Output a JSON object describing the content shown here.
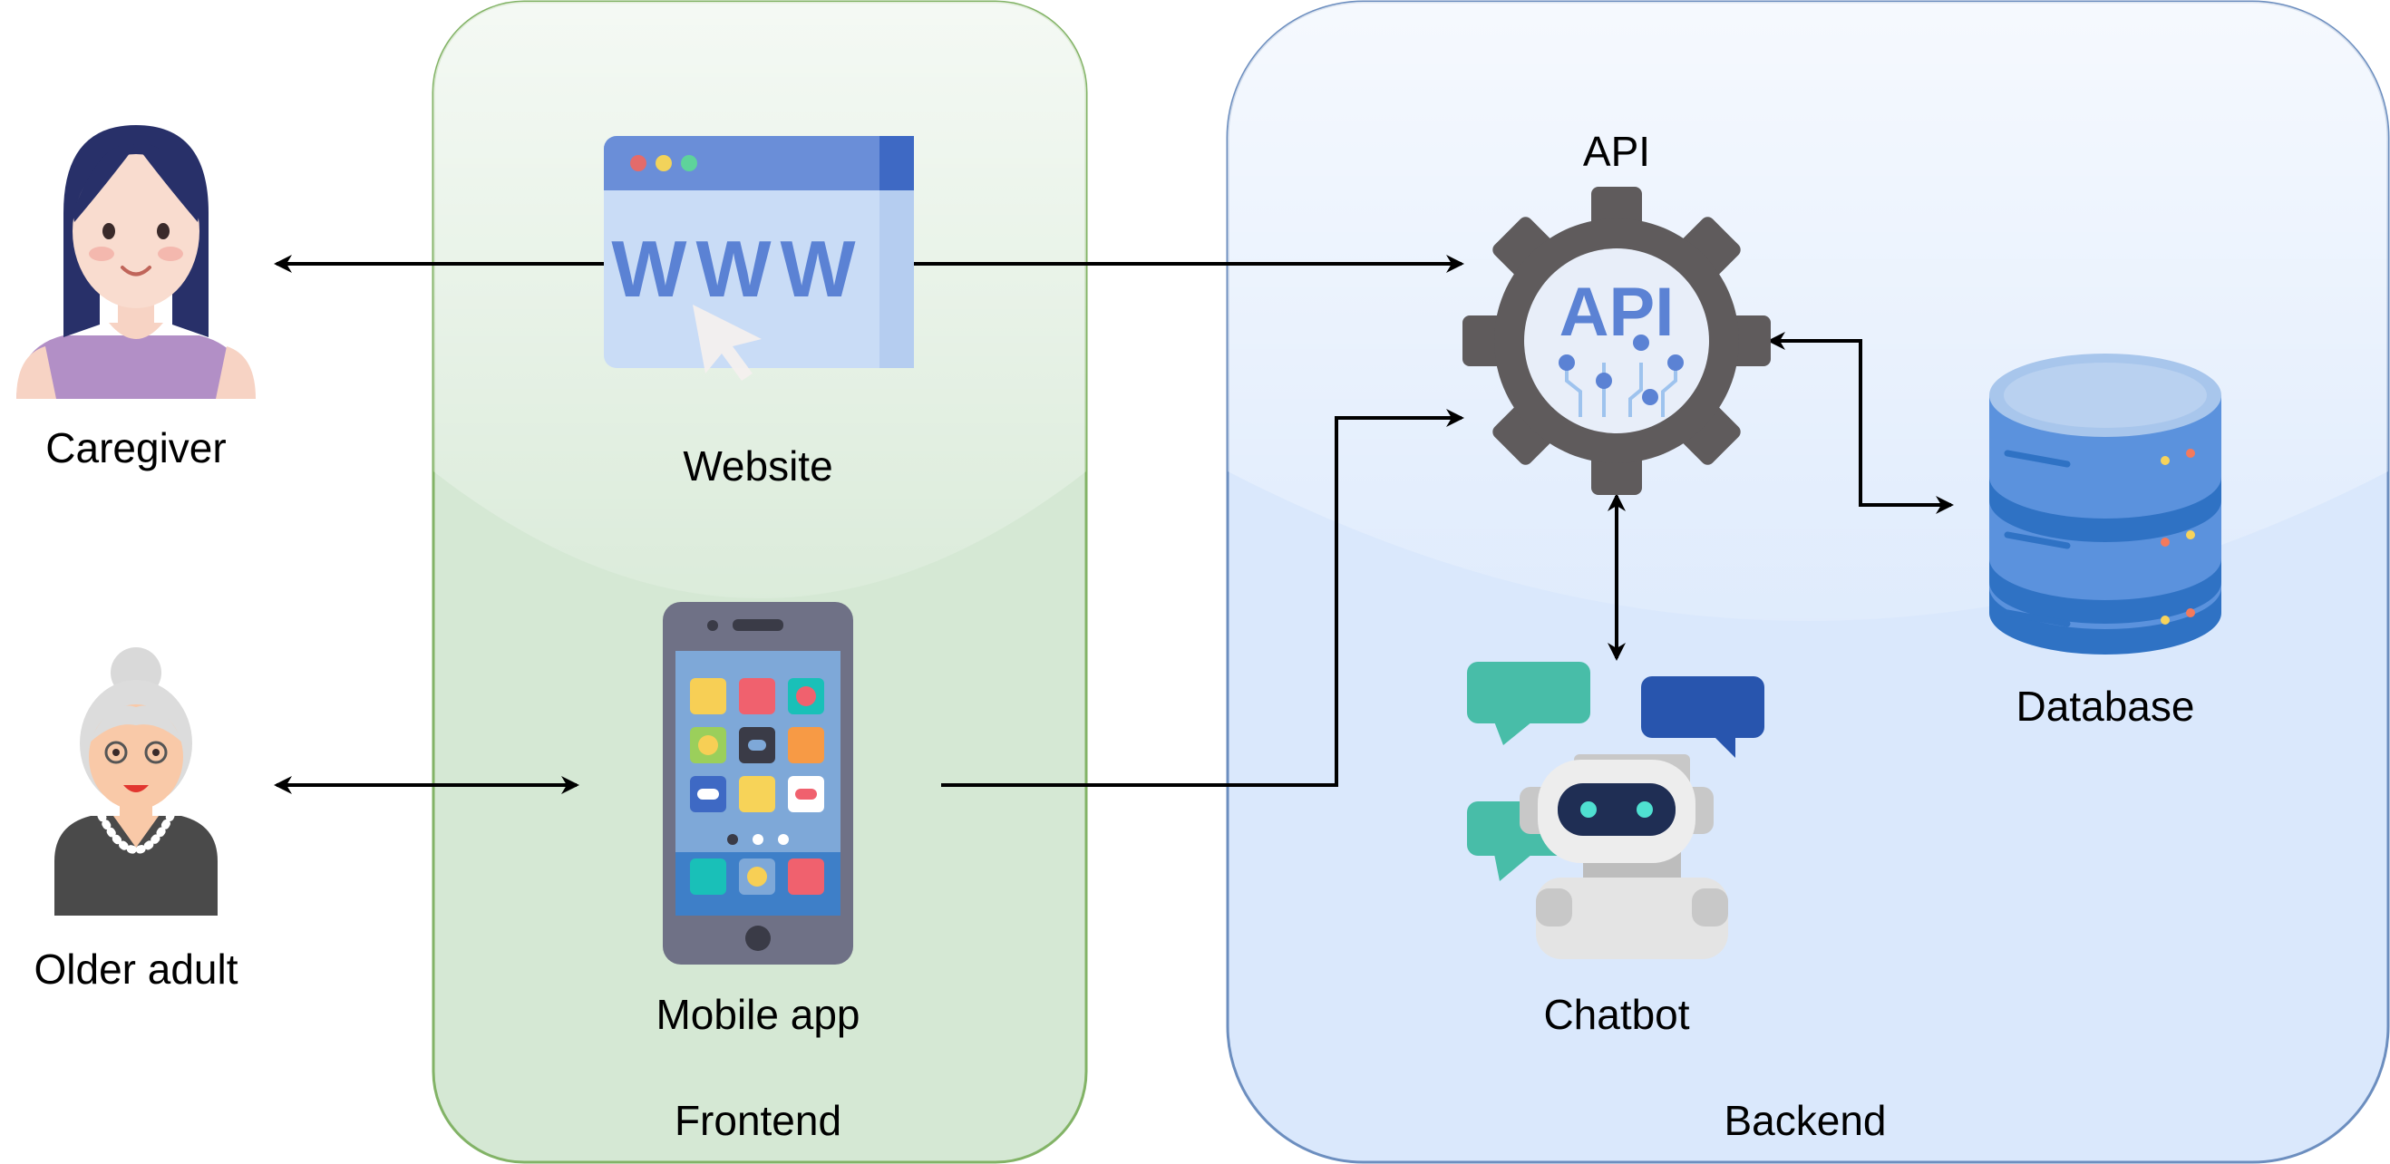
{
  "containers": {
    "frontend": {
      "label": "Frontend",
      "fill": "#d5e8d4",
      "stroke": "#82b366"
    },
    "backend": {
      "label": "Backend",
      "fill": "#dae8fc",
      "stroke": "#6c8ebf"
    }
  },
  "actors": {
    "caregiver": {
      "label": "Caregiver",
      "icon": "woman-avatar-icon"
    },
    "older_adult": {
      "label": "Older adult",
      "icon": "elderly-woman-avatar-icon"
    }
  },
  "components": {
    "website": {
      "label": "Website",
      "icon": "www-browser-icon"
    },
    "mobile_app": {
      "label": "Mobile app",
      "icon": "smartphone-icon"
    },
    "api": {
      "label": "API",
      "icon": "api-gear-icon",
      "icon_text": "API"
    },
    "chatbot": {
      "label": "Chatbot",
      "icon": "robot-chat-icon"
    },
    "database": {
      "label": "Database",
      "icon": "database-cylinder-icon"
    }
  },
  "browser_icon_text": "WWW",
  "connections": [
    {
      "from": "website",
      "to": "caregiver",
      "direction": "forward"
    },
    {
      "from": "website",
      "to": "api",
      "direction": "forward"
    },
    {
      "from": "older_adult",
      "to": "mobile_app",
      "direction": "both"
    },
    {
      "from": "mobile_app",
      "to": "api",
      "direction": "forward"
    },
    {
      "from": "api",
      "to": "chatbot",
      "direction": "both"
    },
    {
      "from": "api",
      "to": "database",
      "direction": "both"
    }
  ]
}
